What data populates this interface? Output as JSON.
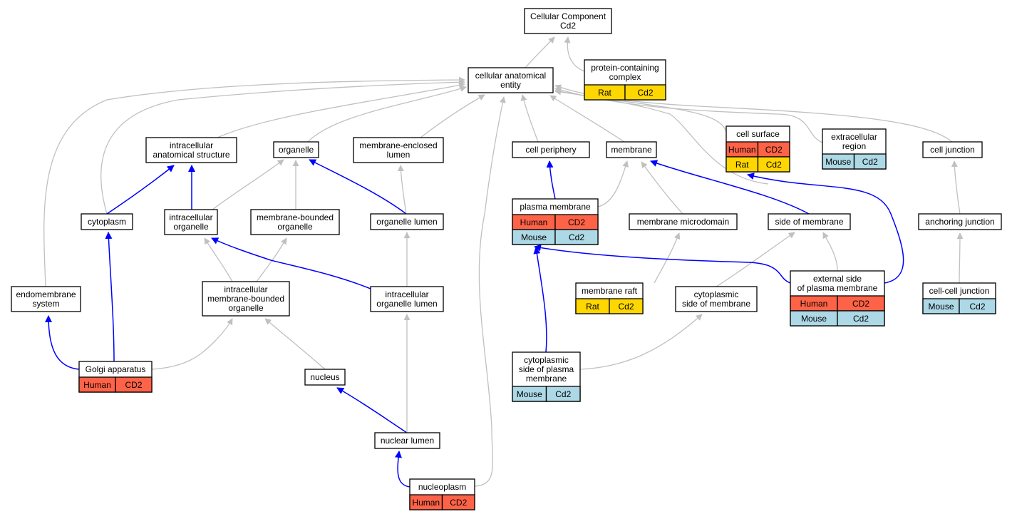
{
  "colors": {
    "Human": "#ff6347",
    "Rat": "#ffd700",
    "Mouse": "#add8e6",
    "edge_is_a": "#c0c0c0",
    "edge_part_of": "#0000ff"
  },
  "nodes": [
    {
      "id": "cellular_component",
      "lines": [
        "Cellular Component",
        "Cd2"
      ],
      "rows": []
    },
    {
      "id": "cellular_anatomical_entity",
      "lines": [
        "cellular anatomical",
        "entity"
      ],
      "rows": []
    },
    {
      "id": "protein_containing_complex",
      "lines": [
        "protein-containing",
        "complex"
      ],
      "rows": [
        [
          "Rat",
          "Cd2"
        ]
      ]
    },
    {
      "id": "intracellular_anatomical_structure",
      "lines": [
        "intracellular",
        "anatomical structure"
      ],
      "rows": []
    },
    {
      "id": "organelle",
      "lines": [
        "organelle"
      ],
      "rows": []
    },
    {
      "id": "membrane_enclosed_lumen",
      "lines": [
        "membrane-enclosed",
        "lumen"
      ],
      "rows": []
    },
    {
      "id": "cell_periphery",
      "lines": [
        "cell periphery"
      ],
      "rows": []
    },
    {
      "id": "membrane",
      "lines": [
        "membrane"
      ],
      "rows": []
    },
    {
      "id": "cell_surface",
      "lines": [
        "cell surface"
      ],
      "rows": [
        [
          "Human",
          "CD2"
        ],
        [
          "Rat",
          "Cd2"
        ]
      ]
    },
    {
      "id": "extracellular_region",
      "lines": [
        "extracellular",
        "region"
      ],
      "rows": [
        [
          "Mouse",
          "Cd2"
        ]
      ]
    },
    {
      "id": "cell_junction",
      "lines": [
        "cell junction"
      ],
      "rows": []
    },
    {
      "id": "cytoplasm",
      "lines": [
        "cytoplasm"
      ],
      "rows": []
    },
    {
      "id": "intracellular_organelle",
      "lines": [
        "intracellular",
        "organelle"
      ],
      "rows": []
    },
    {
      "id": "membrane_bounded_organelle",
      "lines": [
        "membrane-bounded",
        "organelle"
      ],
      "rows": []
    },
    {
      "id": "organelle_lumen",
      "lines": [
        "organelle lumen"
      ],
      "rows": []
    },
    {
      "id": "plasma_membrane",
      "lines": [
        "plasma membrane"
      ],
      "rows": [
        [
          "Human",
          "CD2"
        ],
        [
          "Mouse",
          "Cd2"
        ]
      ]
    },
    {
      "id": "membrane_microdomain",
      "lines": [
        "membrane microdomain"
      ],
      "rows": []
    },
    {
      "id": "side_of_membrane",
      "lines": [
        "side of membrane"
      ],
      "rows": []
    },
    {
      "id": "anchoring_junction",
      "lines": [
        "anchoring junction"
      ],
      "rows": []
    },
    {
      "id": "endomembrane_system",
      "lines": [
        "endomembrane",
        "system"
      ],
      "rows": []
    },
    {
      "id": "intracellular_membrane_bounded_organelle",
      "lines": [
        "intracellular",
        "membrane-bounded",
        "organelle"
      ],
      "rows": []
    },
    {
      "id": "intracellular_organelle_lumen",
      "lines": [
        "intracellular",
        "organelle lumen"
      ],
      "rows": []
    },
    {
      "id": "membrane_raft",
      "lines": [
        "membrane raft"
      ],
      "rows": [
        [
          "Rat",
          "Cd2"
        ]
      ]
    },
    {
      "id": "cytoplasmic_side_of_membrane",
      "lines": [
        "cytoplasmic",
        "side of membrane"
      ],
      "rows": []
    },
    {
      "id": "external_side_of_plasma_membrane",
      "lines": [
        "external side",
        "of plasma membrane"
      ],
      "rows": [
        [
          "Human",
          "CD2"
        ],
        [
          "Mouse",
          "Cd2"
        ]
      ]
    },
    {
      "id": "cell_cell_junction",
      "lines": [
        "cell-cell junction"
      ],
      "rows": [
        [
          "Mouse",
          "Cd2"
        ]
      ]
    },
    {
      "id": "golgi_apparatus",
      "lines": [
        "Golgi apparatus"
      ],
      "rows": [
        [
          "Human",
          "CD2"
        ]
      ]
    },
    {
      "id": "nucleus",
      "lines": [
        "nucleus"
      ],
      "rows": []
    },
    {
      "id": "cytoplasmic_side_of_plasma_membrane",
      "lines": [
        "cytoplasmic",
        "side of plasma",
        "membrane"
      ],
      "rows": [
        [
          "Mouse",
          "Cd2"
        ]
      ]
    },
    {
      "id": "nuclear_lumen",
      "lines": [
        "nuclear lumen"
      ],
      "rows": []
    },
    {
      "id": "nucleoplasm",
      "lines": [
        "nucleoplasm"
      ],
      "rows": [
        [
          "Human",
          "CD2"
        ]
      ]
    }
  ],
  "edges": [
    {
      "from": "cellular_anatomical_entity",
      "to": "cellular_component",
      "type": "is_a"
    },
    {
      "from": "protein_containing_complex",
      "to": "cellular_component",
      "type": "is_a"
    },
    {
      "from": "intracellular_anatomical_structure",
      "to": "cellular_anatomical_entity",
      "type": "is_a"
    },
    {
      "from": "organelle",
      "to": "cellular_anatomical_entity",
      "type": "is_a"
    },
    {
      "from": "membrane_enclosed_lumen",
      "to": "cellular_anatomical_entity",
      "type": "is_a"
    },
    {
      "from": "cell_periphery",
      "to": "cellular_anatomical_entity",
      "type": "is_a"
    },
    {
      "from": "membrane",
      "to": "cellular_anatomical_entity",
      "type": "is_a"
    },
    {
      "from": "cell_surface",
      "to": "cellular_anatomical_entity",
      "type": "is_a"
    },
    {
      "from": "extracellular_region",
      "to": "cellular_anatomical_entity",
      "type": "is_a"
    },
    {
      "from": "cell_junction",
      "to": "cellular_anatomical_entity",
      "type": "is_a"
    },
    {
      "from": "cytoplasm",
      "to": "cellular_anatomical_entity",
      "type": "is_a"
    },
    {
      "from": "endomembrane_system",
      "to": "cellular_anatomical_entity",
      "type": "is_a"
    },
    {
      "from": "side_of_membrane",
      "to": "cellular_anatomical_entity",
      "type": "is_a"
    },
    {
      "from": "nucleoplasm",
      "to": "cellular_anatomical_entity",
      "type": "is_a"
    },
    {
      "from": "cytoplasm",
      "to": "intracellular_anatomical_structure",
      "type": "part_of"
    },
    {
      "from": "intracellular_organelle",
      "to": "intracellular_anatomical_structure",
      "type": "part_of"
    },
    {
      "from": "intracellular_organelle",
      "to": "organelle",
      "type": "is_a"
    },
    {
      "from": "membrane_bounded_organelle",
      "to": "organelle",
      "type": "is_a"
    },
    {
      "from": "organelle_lumen",
      "to": "organelle",
      "type": "part_of"
    },
    {
      "from": "organelle_lumen",
      "to": "membrane_enclosed_lumen",
      "type": "is_a"
    },
    {
      "from": "plasma_membrane",
      "to": "cell_periphery",
      "type": "part_of"
    },
    {
      "from": "plasma_membrane",
      "to": "membrane",
      "type": "is_a"
    },
    {
      "from": "membrane_microdomain",
      "to": "membrane",
      "type": "is_a"
    },
    {
      "from": "side_of_membrane",
      "to": "membrane",
      "type": "part_of"
    },
    {
      "from": "anchoring_junction",
      "to": "cell_junction",
      "type": "is_a"
    },
    {
      "from": "intracellular_membrane_bounded_organelle",
      "to": "intracellular_organelle",
      "type": "is_a"
    },
    {
      "from": "intracellular_membrane_bounded_organelle",
      "to": "membrane_bounded_organelle",
      "type": "is_a"
    },
    {
      "from": "intracellular_organelle_lumen",
      "to": "intracellular_organelle",
      "type": "part_of"
    },
    {
      "from": "intracellular_organelle_lumen",
      "to": "organelle_lumen",
      "type": "is_a"
    },
    {
      "from": "membrane_raft",
      "to": "membrane_microdomain",
      "type": "is_a"
    },
    {
      "from": "cytoplasmic_side_of_membrane",
      "to": "side_of_membrane",
      "type": "is_a"
    },
    {
      "from": "external_side_of_plasma_membrane",
      "to": "side_of_membrane",
      "type": "is_a"
    },
    {
      "from": "external_side_of_plasma_membrane",
      "to": "plasma_membrane",
      "type": "part_of"
    },
    {
      "from": "external_side_of_plasma_membrane",
      "to": "cell_surface",
      "type": "part_of"
    },
    {
      "from": "cell_cell_junction",
      "to": "anchoring_junction",
      "type": "is_a"
    },
    {
      "from": "golgi_apparatus",
      "to": "endomembrane_system",
      "type": "part_of"
    },
    {
      "from": "golgi_apparatus",
      "to": "cytoplasm",
      "type": "part_of"
    },
    {
      "from": "golgi_apparatus",
      "to": "intracellular_membrane_bounded_organelle",
      "type": "is_a"
    },
    {
      "from": "nucleus",
      "to": "intracellular_membrane_bounded_organelle",
      "type": "is_a"
    },
    {
      "from": "cytoplasmic_side_of_plasma_membrane",
      "to": "plasma_membrane",
      "type": "part_of"
    },
    {
      "from": "cytoplasmic_side_of_plasma_membrane",
      "to": "cytoplasmic_side_of_membrane",
      "type": "is_a"
    },
    {
      "from": "nuclear_lumen",
      "to": "nucleus",
      "type": "part_of"
    },
    {
      "from": "nuclear_lumen",
      "to": "intracellular_organelle_lumen",
      "type": "is_a"
    },
    {
      "from": "nucleoplasm",
      "to": "nuclear_lumen",
      "type": "part_of"
    }
  ]
}
